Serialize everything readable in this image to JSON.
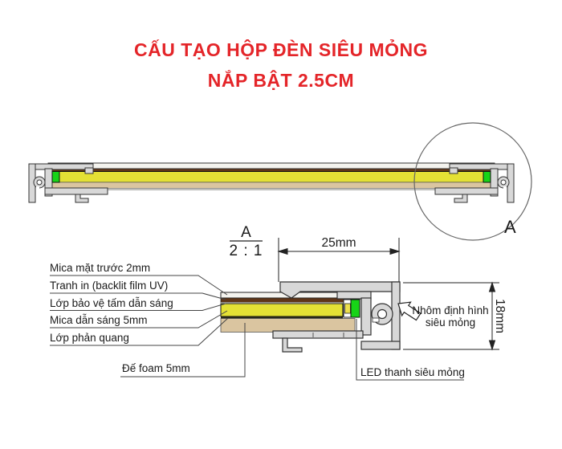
{
  "title": {
    "line1": "CẤU TẠO HỘP ĐÈN SIÊU MỎNG",
    "line2": "NẮP BẬT 2.5CM"
  },
  "section_view": {
    "detail_marker": "A"
  },
  "detail_view": {
    "name": "A",
    "scale": "2 : 1",
    "dimensions": {
      "width": "25mm",
      "height": "18mm"
    },
    "layer_labels": [
      "Mica mặt trước 2mm",
      "Tranh in (backlit film UV)",
      "Lớp bảo vệ tấm dẫn sáng",
      "Mica dẫn sáng 5mm",
      "Lớp phản quang"
    ],
    "foam_label": "Đế foam 5mm",
    "aluminum_label": {
      "line1": "Nhôm định hình",
      "line2": "siêu mỏng"
    },
    "led_label": "LED thanh siêu mỏng"
  },
  "colors": {
    "title_red": "#e42529",
    "mica_yellow": "#e4e135",
    "foam_tan": "#dac5a0",
    "led_green": "#17d417",
    "print_brown": "#5f3517",
    "aluminum_gray": "#d8d8d8"
  }
}
